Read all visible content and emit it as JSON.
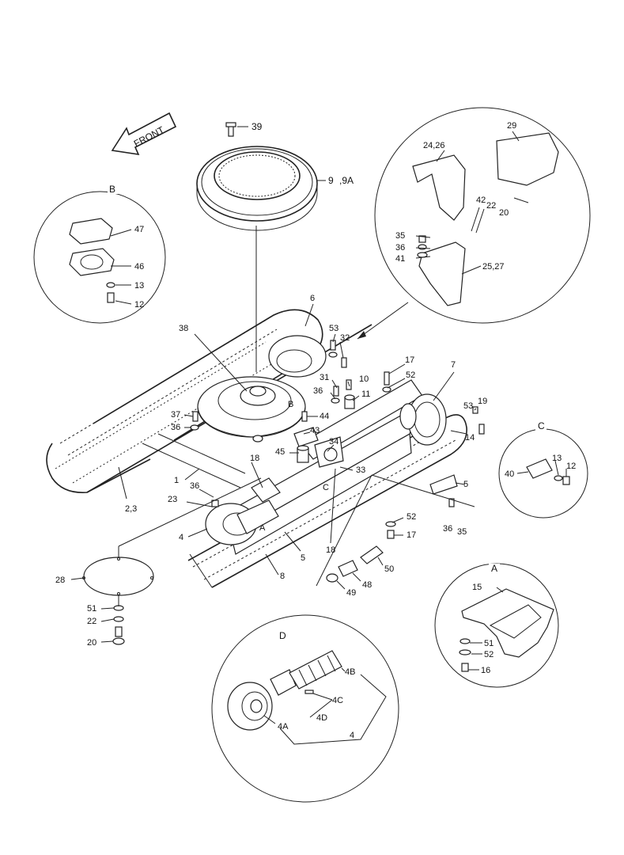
{
  "front": "FRONT",
  "labels": {
    "p39": "39",
    "p9": "9",
    "p9a": ",9A",
    "p24_26": "24,26",
    "p29": "29",
    "p42": "42",
    "p22a": "22",
    "p20a": "20",
    "p35a": "35",
    "p36a": "36",
    "p41": "41",
    "p25_27": "25,27",
    "p47": "47",
    "p46": "46",
    "p13a": "13",
    "p12a": "12",
    "p6": "6",
    "p38": "38",
    "p53a": "53",
    "p32": "32",
    "p17a": "17",
    "p31": "31",
    "p10": "10",
    "p36b": "36",
    "p11": "11",
    "p52a": "52",
    "p7": "7",
    "p53b": "53",
    "p19": "19",
    "p14": "14",
    "p37": "37",
    "p36c": "36",
    "p44": "44",
    "p43": "43",
    "p34": "34",
    "p45": "45",
    "p33": "33",
    "p1": "1",
    "p18a": "18",
    "p36d": "36",
    "p23": "23",
    "p2_3": "2,3",
    "p5a": "5",
    "p5b": "5",
    "p36e": "36",
    "p35b": "35",
    "p52b": "52",
    "p17b": "17",
    "p4": "4",
    "p18b": "18",
    "p50": "50",
    "p8": "8",
    "p48": "48",
    "p49": "49",
    "p28": "28",
    "p51a": "51",
    "p22b": "22",
    "p20b": "20",
    "p40": "40",
    "p13b": "13",
    "p12b": "12",
    "p15": "15",
    "p51b": "51",
    "p52c": "52",
    "p16": "16",
    "p4b": "4B",
    "p4c": "4C",
    "p4d": "4D",
    "p4a": "4A",
    "p4e": "4",
    "tagA": "A",
    "tagB": "B",
    "tagC": "C"
  },
  "circles": {
    "b": "B",
    "c": "C",
    "a": "A",
    "d": "D"
  }
}
